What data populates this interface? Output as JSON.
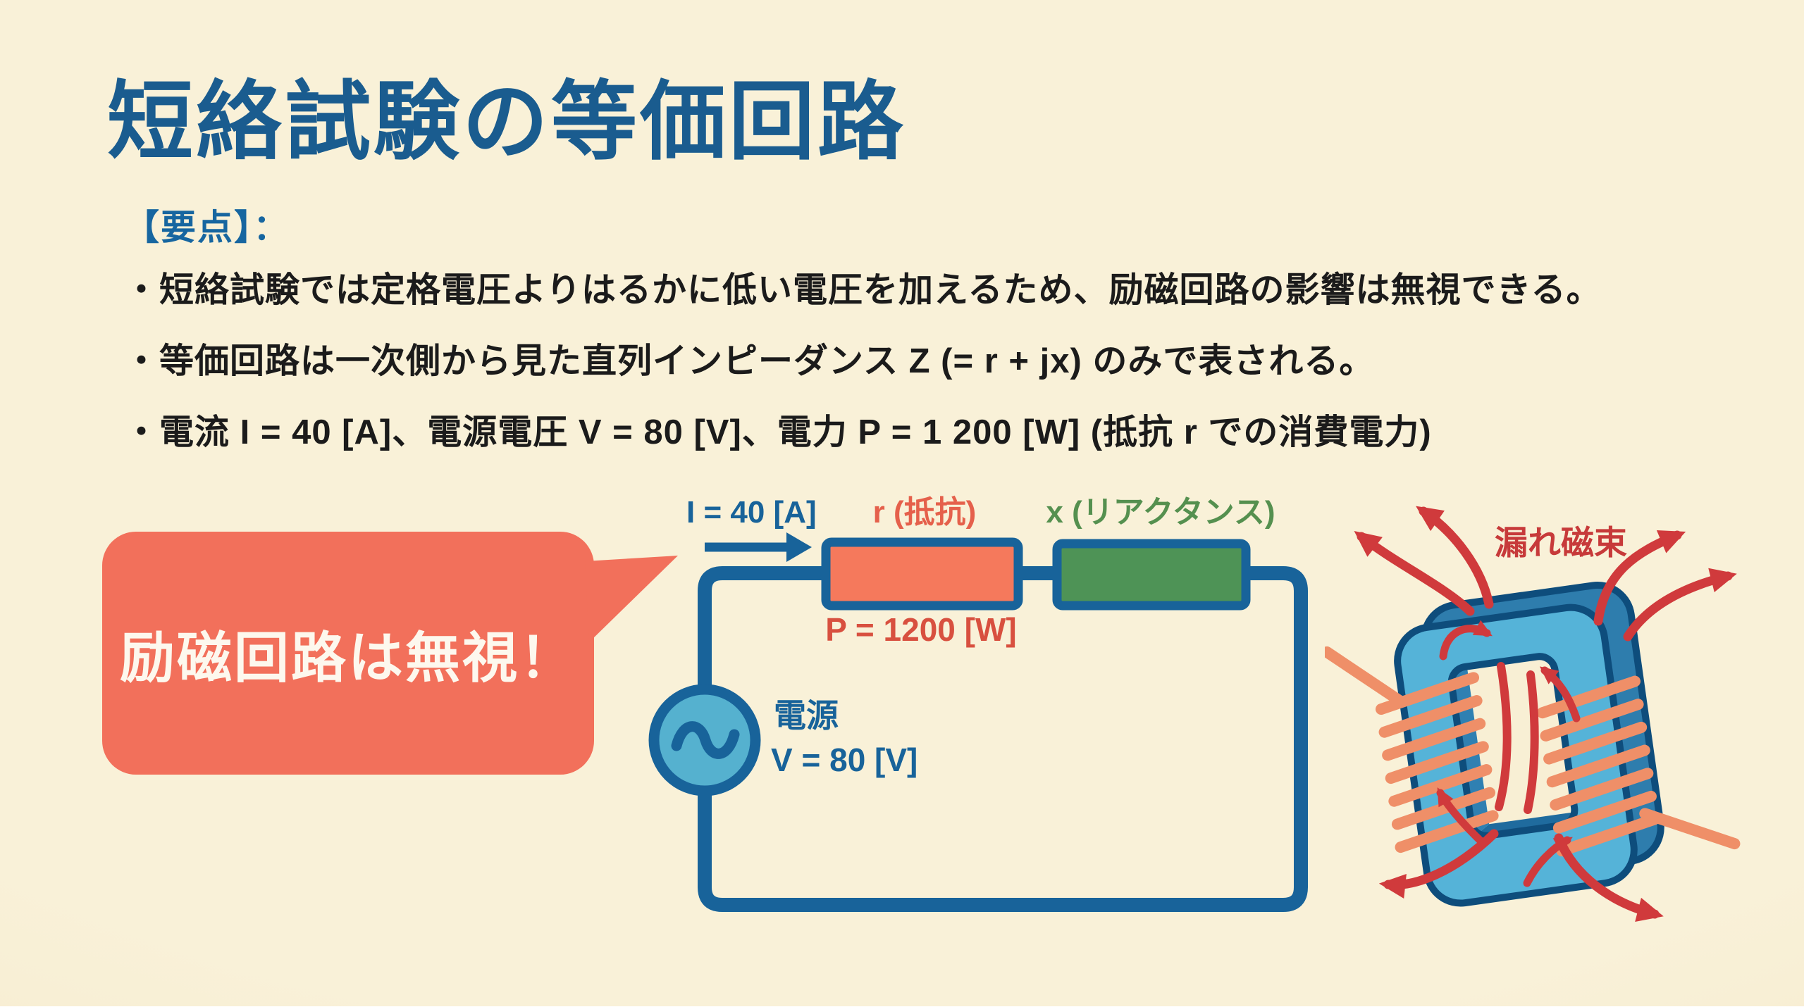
{
  "slide": {
    "title": "短絡試験の等価回路",
    "key_points": {
      "heading": "【要点】：",
      "bullets": [
        "・短絡試験では定格電圧よりはるかに低い電圧を加えるため、励磁回路の影響は無視できる。",
        "・等価回路は一次側から見た直列インピーダンス Z (= r + jx) のみで表される。",
        "・電流 I = 40 [A]、電源電圧 V = 80 [V]、電力 P = 1 200 [W] (抵抗 r での消費電力)"
      ]
    },
    "callout": {
      "text": "励磁回路は無視！"
    },
    "circuit": {
      "current_label": "I = 40 [A]",
      "resistor_label": "r (抵抗)",
      "reactance_label": "x (リアクタンス)",
      "power_label": "P = 1200 [W]",
      "source_name": "電源",
      "source_voltage": "V = 80 [V]"
    },
    "transformer": {
      "flux_label": "漏れ磁束"
    },
    "colors": {
      "background": "#f8efd4",
      "title_blue": "#1a5c8f",
      "heading_blue": "#1766a0",
      "body_text": "#1b1b1b",
      "circuit_blue": "#18639a",
      "resistor_fill": "#f5795c",
      "resistor_label": "#e5604b",
      "reactance_fill": "#4e9356",
      "reactance_label": "#55904f",
      "power_label": "#d8503f",
      "callout_fill": "#f2705b",
      "callout_text": "#fdf8ee",
      "source_fill": "#55b1cf",
      "core_front": "#55b3d8",
      "core_side": "#2e7dad",
      "core_outline": "#0e4d7c",
      "coil": "#ef8f68",
      "flux_red": "#d03a3c"
    }
  }
}
